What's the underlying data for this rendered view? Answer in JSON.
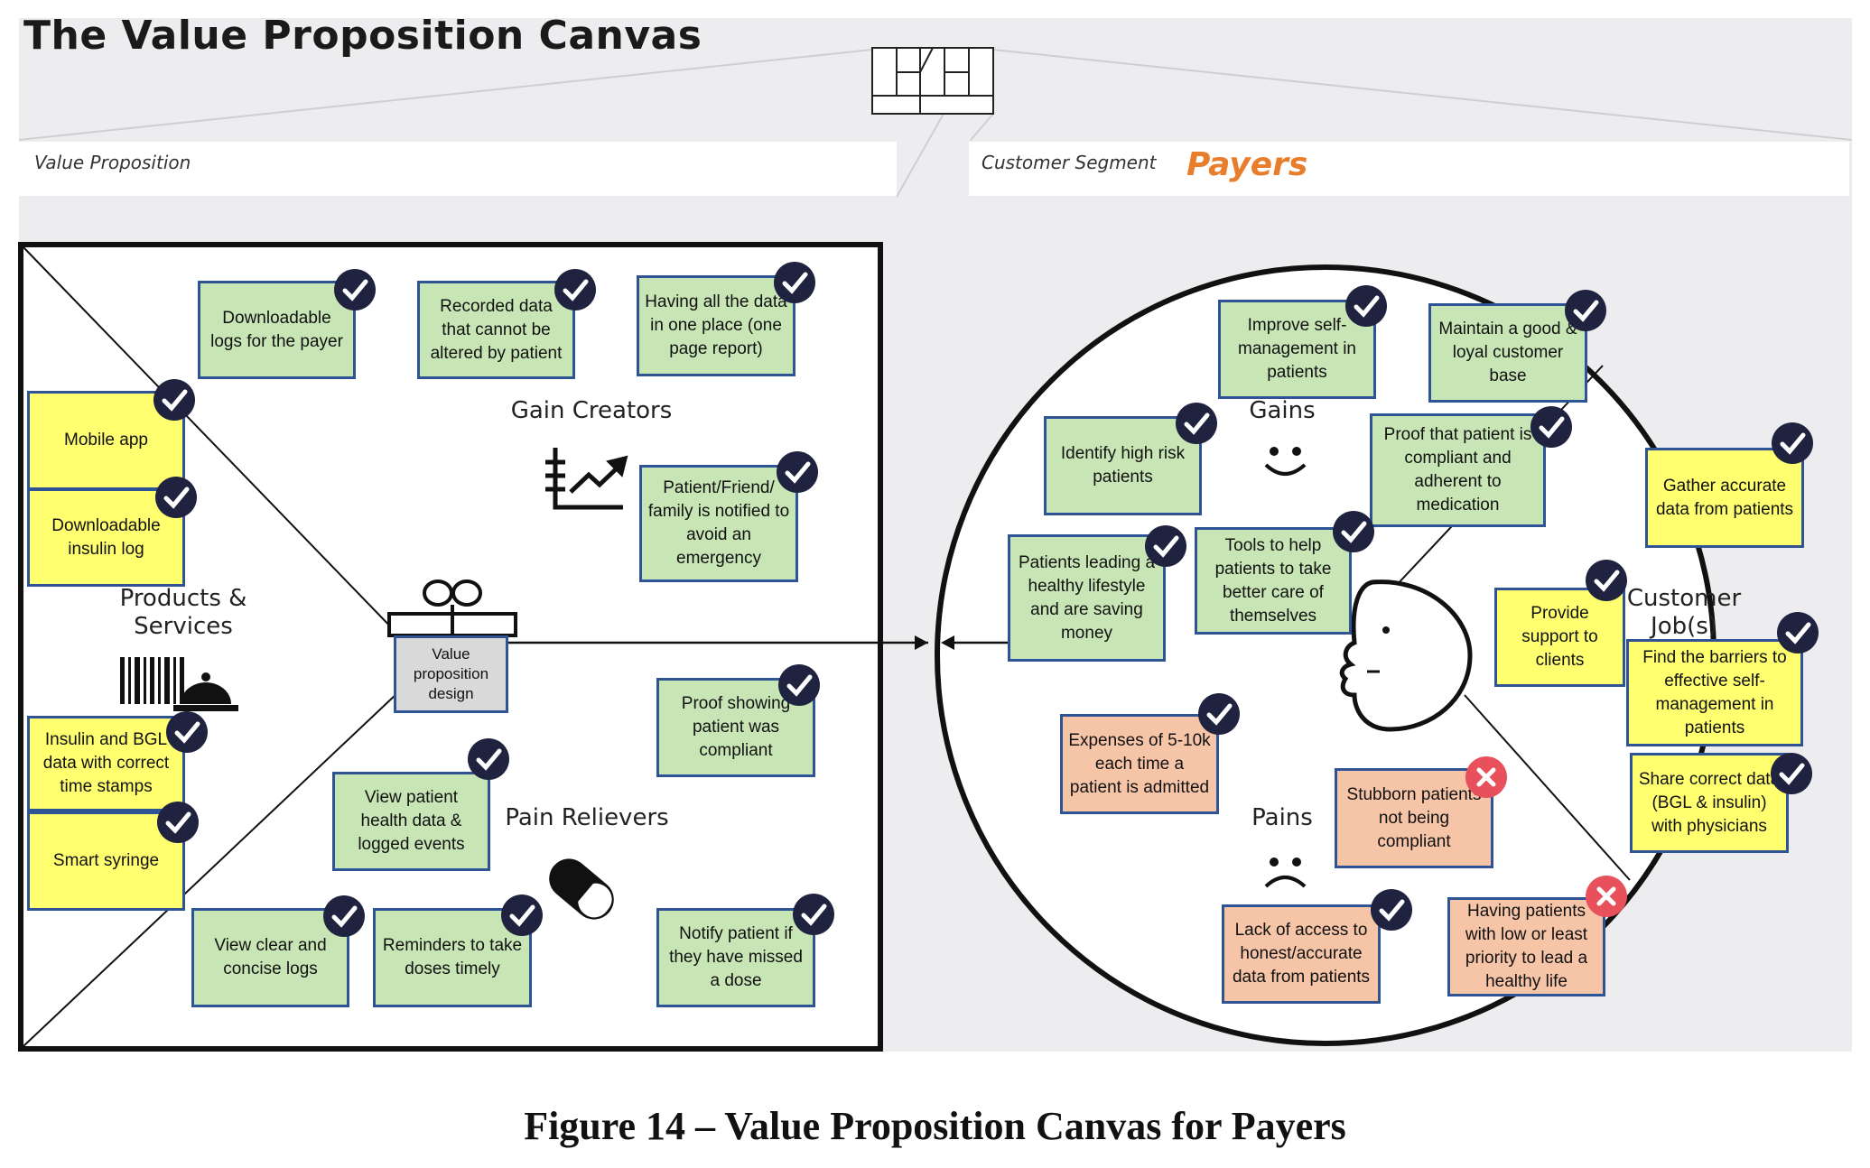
{
  "header": {
    "title": "The Value Proposition Canvas",
    "value_proposition_label": "Value Proposition",
    "customer_segment_label": "Customer Segment",
    "customer_segment_value": "Payers"
  },
  "value_map": {
    "sections": {
      "gain_creators": "Gain Creators",
      "products_services": "Products & Services",
      "pain_relievers": "Pain Relievers",
      "center": "Value proposition design"
    },
    "gain_creators": [
      "Downloadable logs for the payer",
      "Recorded data that cannot be altered by patient",
      "Having all the data in one place (one page report)",
      "Patient/Friend/ family is notified to avoid an emergency"
    ],
    "products_services": [
      "Mobile app",
      "Downloadable insulin log",
      "Insulin and BGL data with correct time stamps",
      "Smart syringe"
    ],
    "pain_relievers": [
      "Proof showing patient was compliant",
      "View patient health data & logged events",
      "View clear and concise logs",
      "Reminders to take doses timely",
      "Notify patient if they have missed a dose"
    ]
  },
  "customer_profile": {
    "sections": {
      "gains": "Gains",
      "pains": "Pains",
      "customer_jobs": "Customer Job(s)"
    },
    "gains": [
      "Improve self-management in patients",
      "Maintain a good & loyal customer base",
      "Identify high risk patients",
      "Proof  that patient is compliant and adherent to medication",
      "Patients leading a healthy lifestyle and are saving money",
      "Tools to help patients to take better care of themselves"
    ],
    "customer_jobs": [
      "Gather accurate data from patients",
      "Provide support to clients",
      "Find the barriers to effective self-management in patients",
      "Share correct data (BGL & insulin) with physicians"
    ],
    "pains": [
      "Expenses of 5-10k each time a patient is admitted",
      "Stubborn patients not being compliant",
      "Lack of access to honest/accurate data from patients",
      "Having patients with low or least priority to lead a healthy life"
    ]
  },
  "status_icons": {
    "check": "check-circle-icon",
    "cross": "cross-circle-icon",
    "check_color": "#1f2340",
    "cross_color": "#e8505b"
  },
  "colors": {
    "green_note": "#c8e6b5",
    "yellow_note": "#ffff70",
    "orange_note": "#f6c4a7",
    "note_border": "#2f5496",
    "payers_accent": "#e87e2c"
  },
  "caption": "Figure 14 – Value Proposition Canvas for Payers"
}
